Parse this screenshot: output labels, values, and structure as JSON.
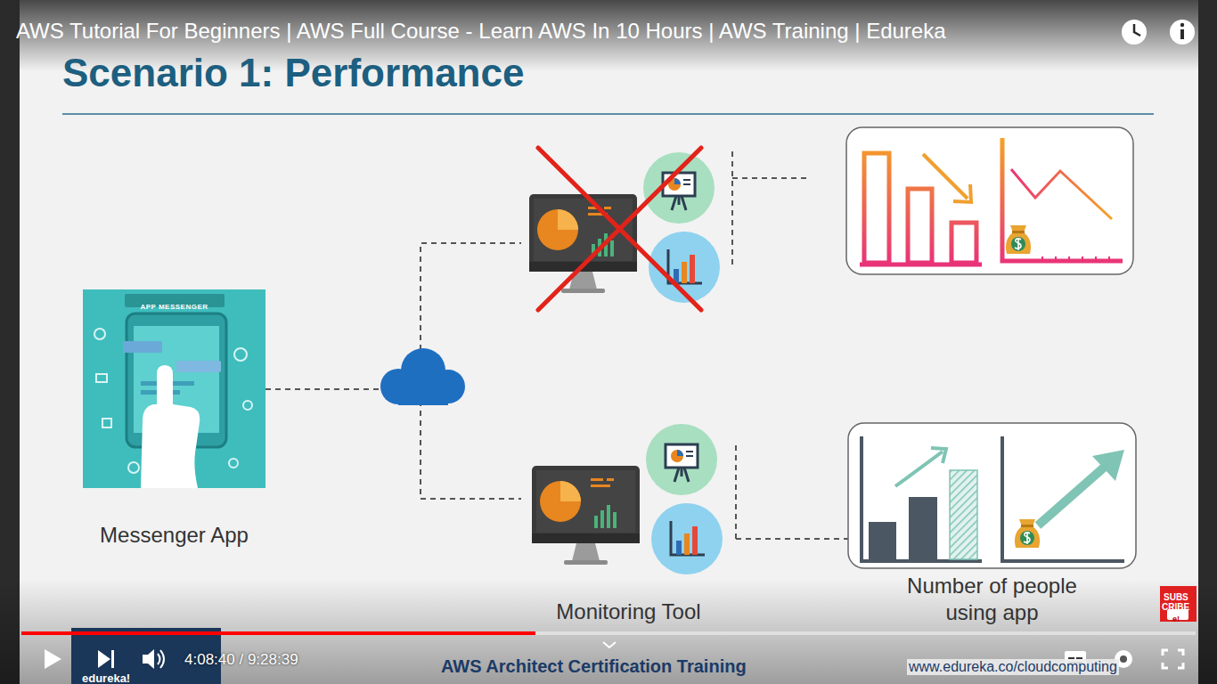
{
  "diagram": {
    "title": "Scenario 1: Performance",
    "nodes": [
      {
        "text": [
          "APP MESSENGER",
          "Messenger App"
        ]
      },
      {
        "text": [
          "Monitoring Tool"
        ]
      },
      {
        "text": [
          "Number of people using app"
        ]
      }
    ],
    "edges": [
      {
        "from": 0,
        "to": 1,
        "arrow": "none"
      },
      {
        "from": 1,
        "to": 2,
        "arrow": "none"
      }
    ],
    "labels": [
      "AWS Tutorial For Beginners | AWS Full Course - Learn AWS In 10 Hours | AWS Training | Edureka",
      "SUBS",
      "CRIBE",
      "e!",
      "edureka!",
      "4:08:40 / 9:28:39",
      "AWS Architect Certification Training",
      "www.edureka.co/cloudcomputing"
    ]
  }
}
